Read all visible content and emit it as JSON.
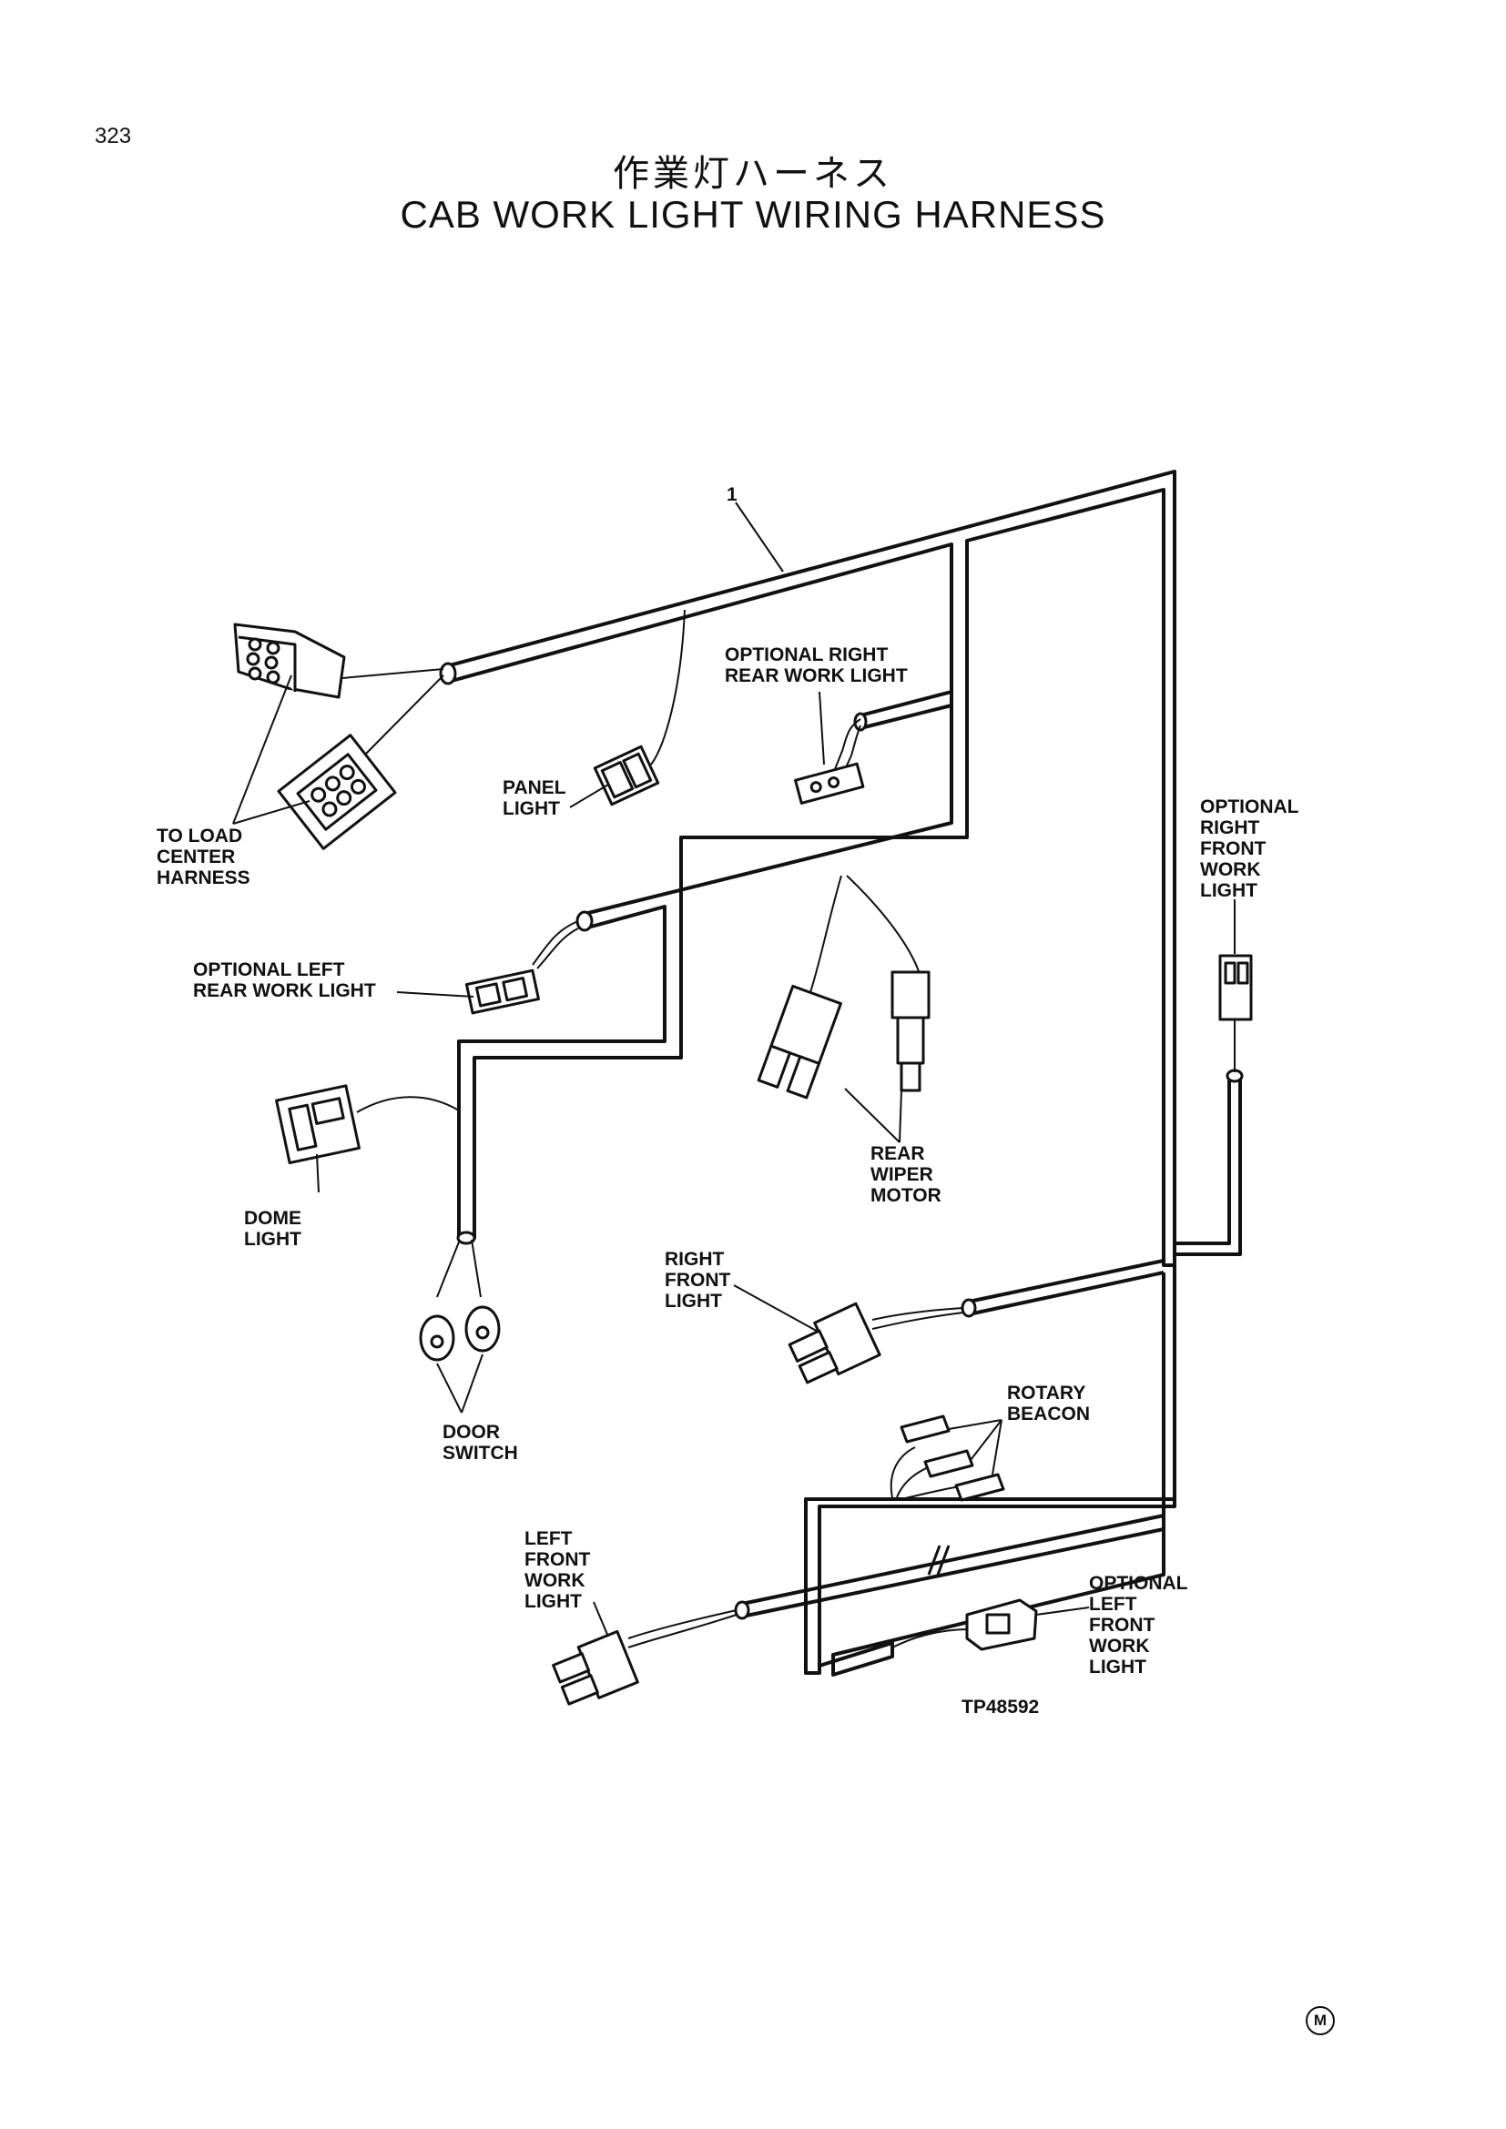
{
  "page": {
    "number": "323",
    "title_jp": "作業灯ハーネス",
    "title_en": "CAB WORK LIGHT WIRING HARNESS",
    "figure_id": "TP48592",
    "corner_mark": "M"
  },
  "labels": {
    "item_1": "1",
    "load_center_1": "TO LOAD",
    "load_center_2": "CENTER",
    "load_center_3": "HARNESS",
    "panel_1": "PANEL",
    "panel_2": "LIGHT",
    "right_rear_1": "OPTIONAL RIGHT",
    "right_rear_2": "REAR WORK LIGHT",
    "left_rear_1": "OPTIONAL LEFT",
    "left_rear_2": "REAR WORK LIGHT",
    "dome_1": "DOME",
    "dome_2": "LIGHT",
    "door_1": "DOOR",
    "door_2": "SWITCH",
    "wiper_1": "REAR",
    "wiper_2": "WIPER",
    "wiper_3": "MOTOR",
    "rf_work_1": "OPTIONAL",
    "rf_work_2": "RIGHT",
    "rf_work_3": "FRONT",
    "rf_work_4": "WORK",
    "rf_work_5": "LIGHT",
    "rf_light_1": "RIGHT",
    "rf_light_2": "FRONT",
    "rf_light_3": "LIGHT",
    "beacon_1": "ROTARY",
    "beacon_2": "BEACON",
    "lf_work_1": "LEFT",
    "lf_work_2": "FRONT",
    "lf_work_3": "WORK",
    "lf_work_4": "LIGHT",
    "olf_work_1": "OPTIONAL",
    "olf_work_2": "LEFT",
    "olf_work_3": "FRONT",
    "olf_work_4": "WORK",
    "olf_work_5": "LIGHT"
  }
}
